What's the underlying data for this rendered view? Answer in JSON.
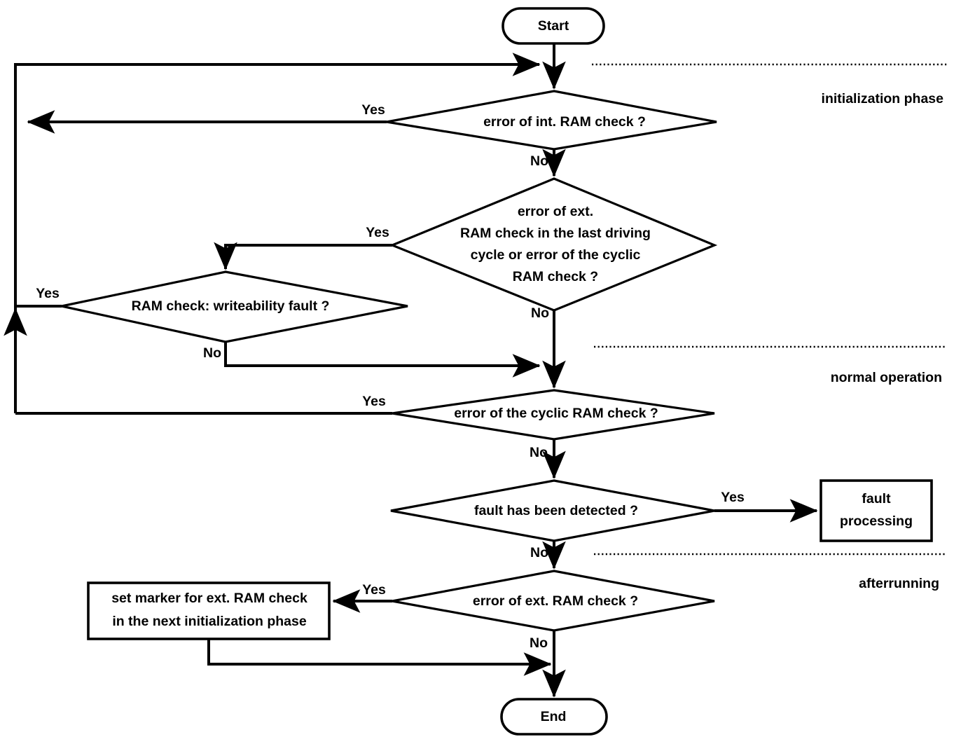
{
  "diagram": {
    "title": "RAM check flowchart",
    "background": "#ffffff",
    "stroke": "#000000",
    "nodes": {
      "start": "Start",
      "end": "End",
      "d_int_ram": "error of int. RAM check ?",
      "d_ext_ram_multi": [
        "error of ext.",
        "RAM check in the last driving",
        "cycle or error of the cyclic",
        "RAM check ?"
      ],
      "d_writeability": "RAM check: writeability fault ?",
      "d_cyclic": "error of the cyclic RAM check ?",
      "d_fault_detected": "fault has been detected ?",
      "d_ext_ram": "error of ext. RAM check ?",
      "p_fault_processing": [
        "fault",
        "processing"
      ],
      "p_set_marker": [
        "set marker for ext. RAM check",
        "in the next  initialization phase"
      ]
    },
    "edge_labels": {
      "int_ram_yes": "Yes",
      "int_ram_no": "No",
      "ext_multi_yes": "Yes",
      "ext_multi_no": "No",
      "write_yes": "Yes",
      "write_no": "No",
      "cyclic_yes": "Yes",
      "cyclic_no": "No",
      "fault_yes": "Yes",
      "fault_no": "No",
      "ext_ram_yes": "Yes",
      "ext_ram_no": "No"
    },
    "phases": [
      "initialization phase",
      "normal operation",
      "afterrunning"
    ]
  }
}
